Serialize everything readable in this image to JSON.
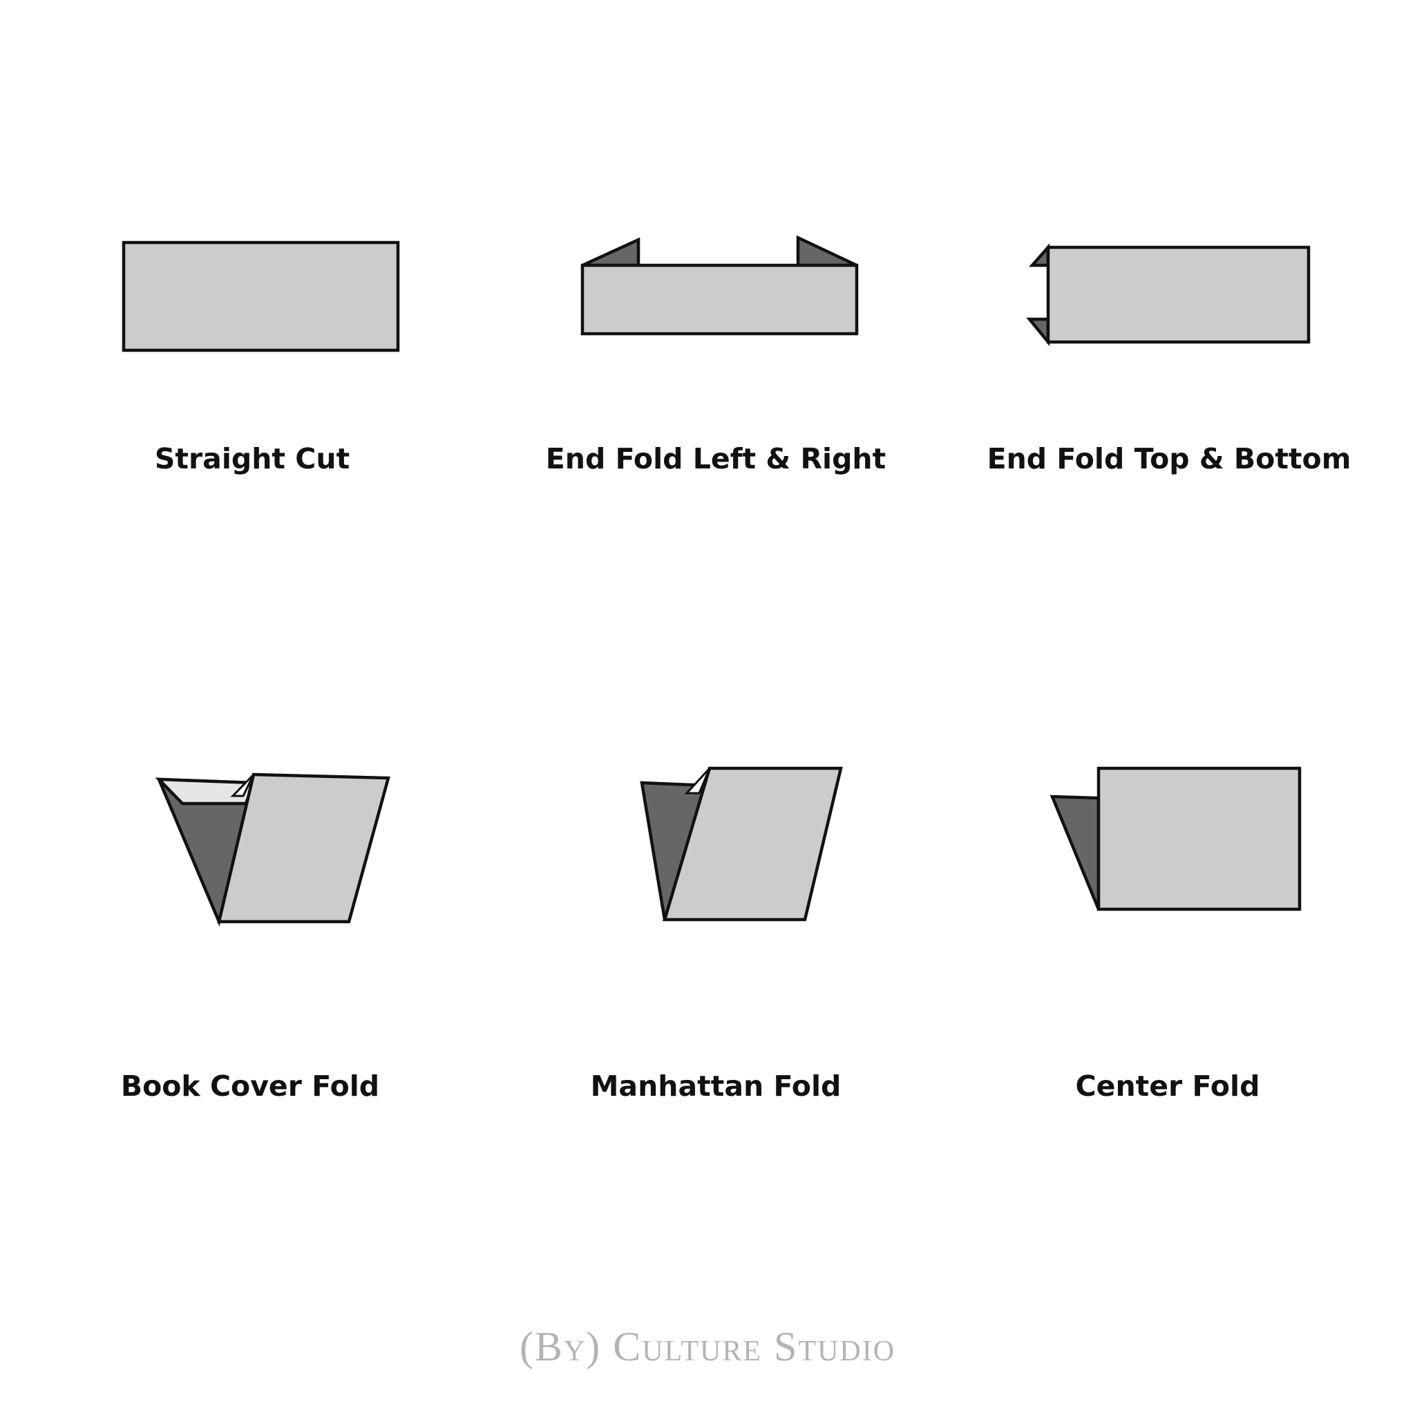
{
  "colors": {
    "background": "#ffffff",
    "label_fill": "#cccccc",
    "fold_shadow": "#666666",
    "fold_highlight": "#e6e6e6",
    "outline": "#111111",
    "credit_text": "#b3b3b3"
  },
  "folds": [
    {
      "label": "Straight Cut",
      "icon": "straight-cut-icon"
    },
    {
      "label": "End Fold Left & Right",
      "icon": "end-fold-left-right-icon"
    },
    {
      "label": "End Fold Top & Bottom",
      "icon": "end-fold-top-bottom-icon"
    },
    {
      "label": "Book Cover Fold",
      "icon": "book-cover-fold-icon"
    },
    {
      "label": "Manhattan Fold",
      "icon": "manhattan-fold-icon"
    },
    {
      "label": "Center Fold",
      "icon": "center-fold-icon"
    }
  ],
  "credit": "(By) Culture Studio"
}
